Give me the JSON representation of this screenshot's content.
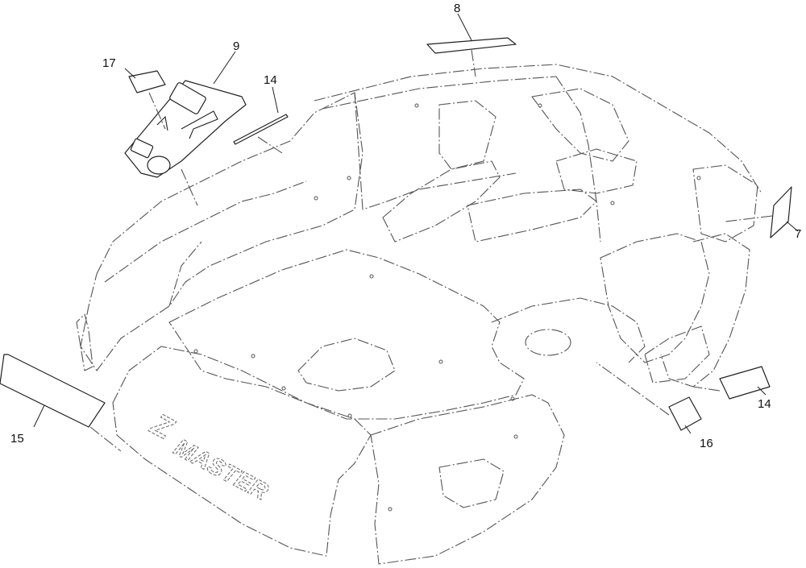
{
  "diagram": {
    "brand_text_mark": "Z",
    "brand_text_word": "MASTER",
    "callouts": [
      {
        "id": "c7",
        "label": "7"
      },
      {
        "id": "c8",
        "label": "8"
      },
      {
        "id": "c9",
        "label": "9"
      },
      {
        "id": "c14a",
        "label": "14"
      },
      {
        "id": "c14b",
        "label": "14"
      },
      {
        "id": "c15",
        "label": "15"
      },
      {
        "id": "c16",
        "label": "16"
      },
      {
        "id": "c17",
        "label": "17"
      }
    ]
  }
}
